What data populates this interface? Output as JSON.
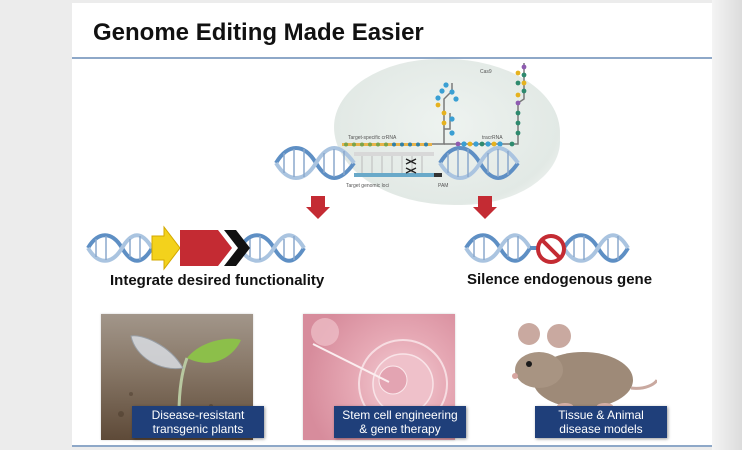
{
  "title": "Genome Editing Made Easier",
  "mechanism": {
    "cas9_label": "Cas9",
    "crrna_label": "Target-specific crRNA",
    "tracrrna_label": "tracrRNA",
    "genomic_label": "Target genomic loci",
    "pam_label": "PAM"
  },
  "outcomes": {
    "integrate": "Integrate desired functionality",
    "silence": "Silence endogenous gene"
  },
  "applications": [
    {
      "line1": "Disease-resistant",
      "line2": "transgenic plants"
    },
    {
      "line1": "Stem cell engineering",
      "line2": "& gene therapy"
    },
    {
      "line1": "Tissue & Animal",
      "line2": "disease models"
    }
  ],
  "colors": {
    "accent_red": "#c42b33",
    "label_blue": "#1f3f7a",
    "rule_blue": "#8ea8c8",
    "helix_blue": "#5e8fc4",
    "yellow": "#f3d21c"
  }
}
